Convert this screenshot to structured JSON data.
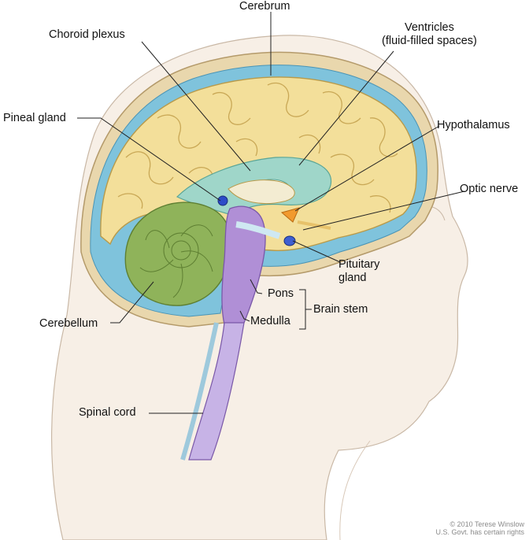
{
  "labels": {
    "cerebrum": "Cerebrum",
    "choroid_plexus": "Choroid plexus",
    "ventricles_line1": "Ventricles",
    "ventricles_line2": "(fluid-filled spaces)",
    "pineal_gland": "Pineal gland",
    "hypothalamus": "Hypothalamus",
    "optic_nerve": "Optic nerve",
    "pituitary_line1": "Pituitary",
    "pituitary_line2": "gland",
    "pons": "Pons",
    "brain_stem": "Brain stem",
    "medulla": "Medulla",
    "cerebellum": "Cerebellum",
    "spinal_cord": "Spinal cord"
  },
  "credit": {
    "line1": "© 2010 Terese Winslow",
    "line2": "U.S. Govt. has certain rights"
  },
  "colors": {
    "skin": "#f7efe6",
    "skull": "#e9d7ad",
    "csf": "#7fc3dc",
    "cerebrum": "#f3df9a",
    "ventricle": "#9fd6c9",
    "cerebellum": "#8fb35a",
    "brainstem": "#b08fd6",
    "pineal": "#2c4cc8",
    "hypothalamus": "#f29a2e",
    "pituitary": "#3f5fd0"
  }
}
